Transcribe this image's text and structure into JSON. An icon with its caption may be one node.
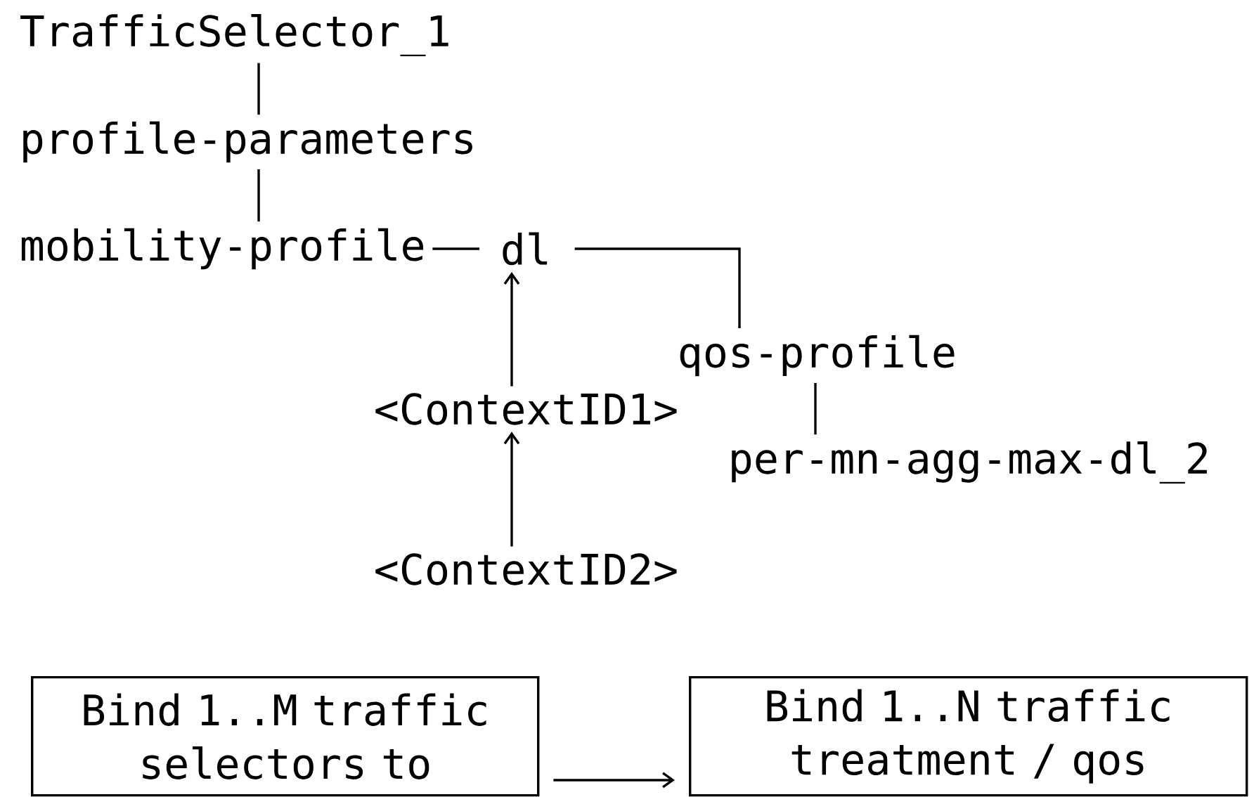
{
  "diagram": {
    "nodes": [
      {
        "text": [
          "TrafficSelector_1"
        ]
      },
      {
        "text": [
          "profile-parameters"
        ]
      },
      {
        "text": [
          "mobility-profile"
        ]
      },
      {
        "text": [
          "dl"
        ]
      },
      {
        "text": [
          "qos-profile"
        ]
      },
      {
        "text": [
          "per-mn-agg-max-dl_2"
        ]
      },
      {
        "text": [
          "<ContextID1>"
        ]
      },
      {
        "text": [
          "<ContextID2>"
        ]
      },
      {
        "text": [
          "Bind 1..M traffic selectors to"
        ]
      },
      {
        "text": [
          "Bind 1..N traffic treatment / qos"
        ]
      }
    ],
    "edges": [
      {
        "from": 0,
        "to": 1,
        "arrow": "none"
      },
      {
        "from": 1,
        "to": 2,
        "arrow": "none"
      },
      {
        "from": 2,
        "to": 3,
        "arrow": "none"
      },
      {
        "from": 3,
        "to": 4,
        "arrow": "none"
      },
      {
        "from": 4,
        "to": 5,
        "arrow": "none"
      },
      {
        "from": 6,
        "to": 3,
        "arrow": "to"
      },
      {
        "from": 7,
        "to": 6,
        "arrow": "to"
      },
      {
        "from": 8,
        "to": 9,
        "arrow": "to"
      }
    ]
  }
}
